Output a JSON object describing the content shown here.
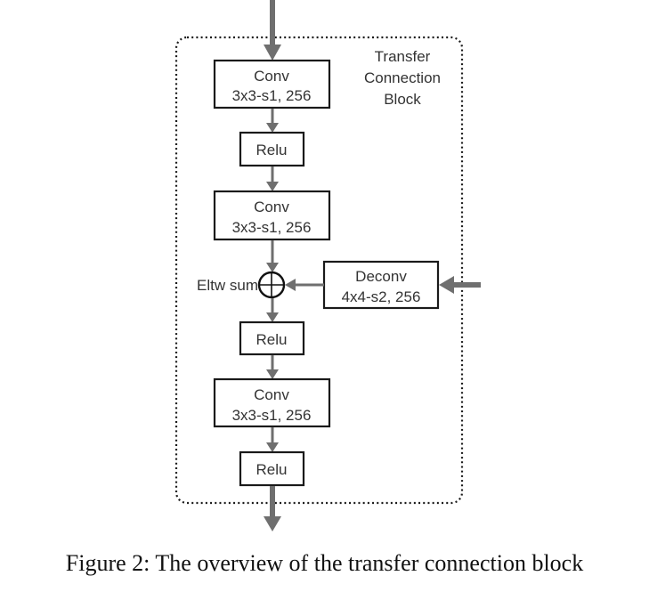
{
  "block": {
    "title_lines": [
      "Transfer",
      "Connection",
      "Block"
    ]
  },
  "nodes": {
    "conv1": {
      "line1": "Conv",
      "line2": "3x3-s1, 256"
    },
    "relu1": {
      "label": "Relu"
    },
    "conv2": {
      "line1": "Conv",
      "line2": "3x3-s1, 256"
    },
    "eltw": {
      "label": "Eltw sum",
      "symbol": "circled-plus"
    },
    "deconv": {
      "line1": "Deconv",
      "line2": "4x4-s2, 256"
    },
    "relu2": {
      "label": "Relu"
    },
    "conv3": {
      "line1": "Conv",
      "line2": "3x3-s1, 256"
    },
    "relu3": {
      "label": "Relu"
    }
  },
  "colors": {
    "arrow": "#6f6f6f",
    "box_border": "#1a1a1a",
    "text": "#333333"
  },
  "caption": "Figure 2: The overview of the transfer connection block"
}
